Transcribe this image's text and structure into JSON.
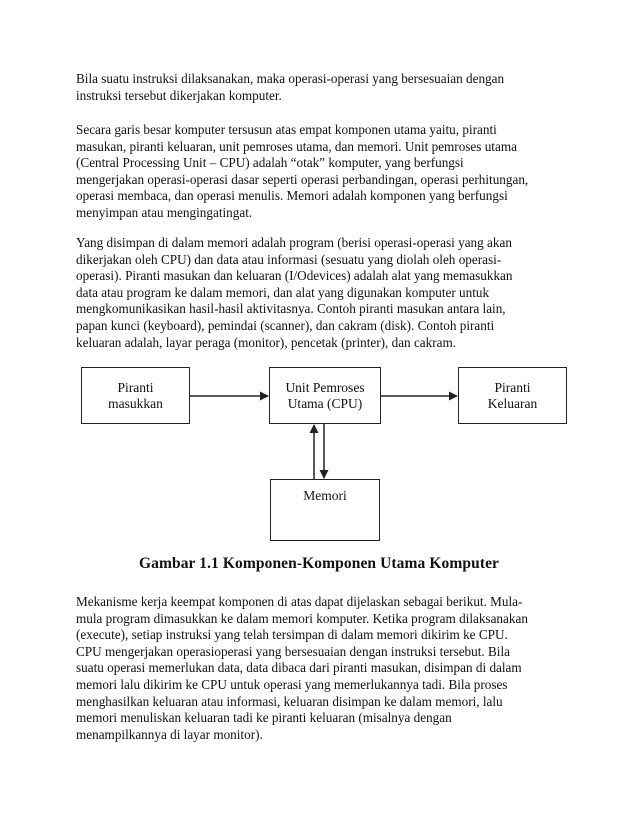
{
  "paragraphs": {
    "p1": [
      "Bila suatu instruksi dilaksanakan, maka operasi-operasi yang bersesuaian dengan",
      "instruksi tersebut dikerjakan komputer."
    ],
    "p2": [
      "Secara garis besar komputer tersusun atas empat komponen utama yaitu, piranti",
      "masukan, piranti keluaran, unit pemroses utama, dan memori. Unit pemroses utama",
      "(Central Processing Unit – CPU) adalah “otak” komputer, yang berfungsi",
      "mengerjakan operasi-operasi dasar seperti operasi perbandingan, operasi perhitungan,",
      "operasi membaca, dan operasi menulis. Memori adalah komponen yang berfungsi",
      "menyimpan atau mengingatingat."
    ],
    "p3": [
      "Yang disimpan di dalam memori adalah program (berisi operasi-operasi yang akan",
      "dikerjakan oleh CPU) dan data atau informasi (sesuatu yang diolah oleh operasi-",
      "operasi). Piranti masukan dan keluaran (I/Odevices) adalah alat yang memasukkan",
      "data atau program ke dalam memori, dan alat yang digunakan komputer untuk",
      "mengkomunikasikan hasil-hasil aktivitasnya. Contoh piranti masukan antara lain,",
      "papan kunci (keyboard), pemindai (scanner), dan cakram (disk). Contoh piranti",
      "keluaran adalah, layar peraga (monitor), pencetak (printer), dan cakram."
    ],
    "p4": [
      "Mekanisme kerja keempat komponen di atas dapat dijelaskan sebagai berikut. Mula-",
      "mula program dimasukkan ke dalam memori komputer. Ketika program dilaksanakan",
      "(execute), setiap instruksi yang telah tersimpan di dalam memori dikirim ke CPU.",
      "CPU mengerjakan operasioperasi yang bersesuaian dengan instruksi tersebut. Bila",
      "suatu operasi memerlukan data, data dibaca dari piranti masukan, disimpan di dalam",
      "memori lalu dikirim ke CPU untuk operasi yang memerlukannya tadi. Bila proses",
      "menghasilkan keluaran atau informasi, keluaran disimpan ke dalam memori, lalu",
      "memori menuliskan keluaran tadi ke piranti keluaran (misalnya dengan",
      "menampilkannya di layar monitor)."
    ]
  },
  "diagram": {
    "input_box": [
      "Piranti",
      "masukkan"
    ],
    "cpu_box": [
      "Unit Pemroses",
      "Utama (CPU)"
    ],
    "output_box": [
      "Piranti",
      "Keluaran"
    ],
    "memory_box": [
      "Memori"
    ]
  },
  "caption": "Gambar 1.1 Komponen-Komponen Utama Komputer"
}
